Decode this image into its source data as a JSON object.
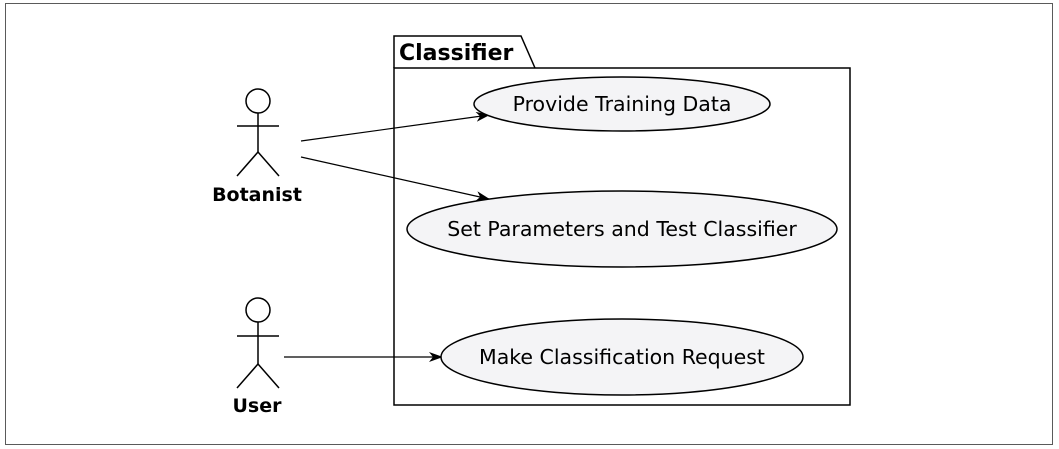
{
  "diagram": {
    "package": {
      "name": "Classifier"
    },
    "actors": [
      {
        "id": "botanist",
        "label": "Botanist"
      },
      {
        "id": "user",
        "label": "User"
      }
    ],
    "use_cases": [
      {
        "id": "provide",
        "label": "Provide Training Data"
      },
      {
        "id": "setparams",
        "label": "Set Parameters and Test Classifier"
      },
      {
        "id": "request",
        "label": "Make Classification Request"
      }
    ],
    "associations": [
      {
        "from": "botanist",
        "to": "provide"
      },
      {
        "from": "botanist",
        "to": "setparams"
      },
      {
        "from": "user",
        "to": "request"
      }
    ],
    "colors": {
      "usecase_fill": "#f4f4f6",
      "stroke": "#000000",
      "frame_border": "#5a5a5a"
    }
  }
}
